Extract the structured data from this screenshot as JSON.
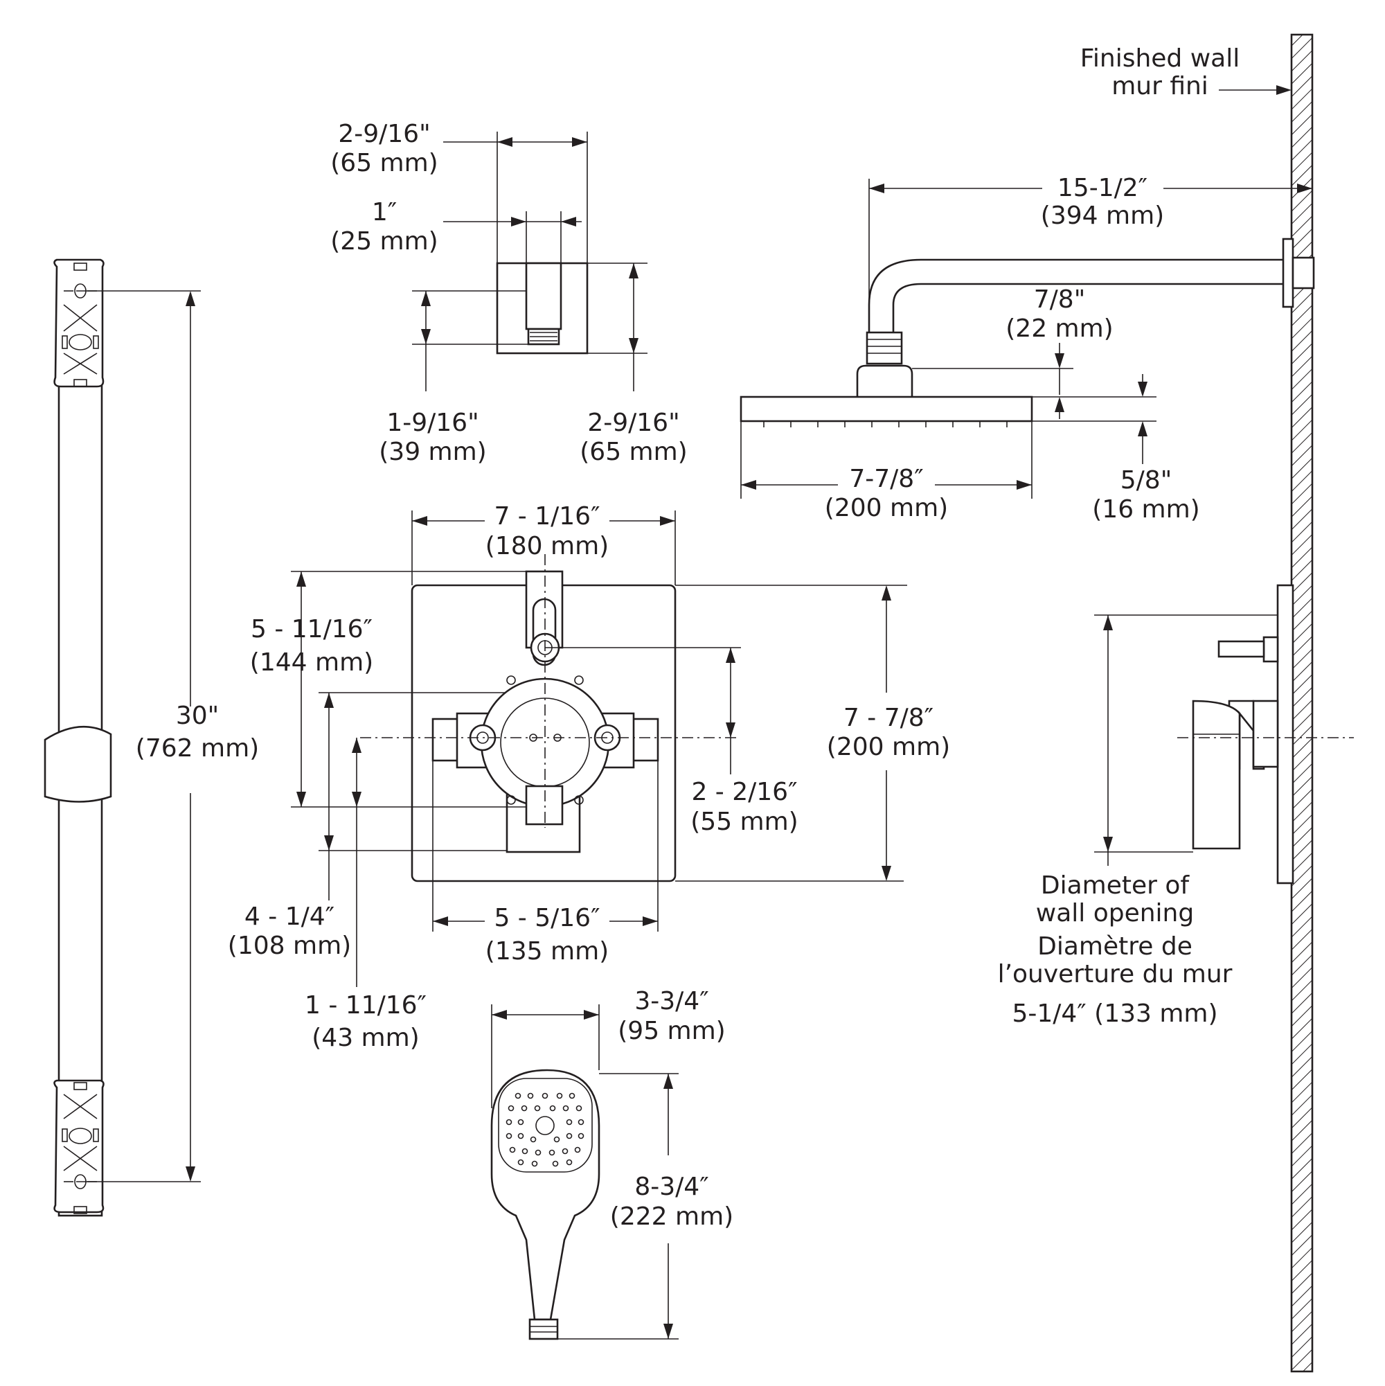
{
  "colors": {
    "ink": "#231f20",
    "background": "#ffffff"
  },
  "wall": {
    "label_en": "Finished wall",
    "label_fr": "mur fini"
  },
  "wall_outlet": {
    "width_outer": {
      "imperial": "2-9/16\"",
      "metric": "(65 mm)"
    },
    "width_nipple": {
      "imperial": "1″",
      "metric": "(25 mm)"
    },
    "nipple_height": {
      "imperial": "1-9/16\"",
      "metric": "(39 mm)"
    },
    "height_outer": {
      "imperial": "2-9/16\"",
      "metric": "(65 mm)"
    }
  },
  "shower_arm": {
    "projection": {
      "imperial": "15-1/2″",
      "metric": "(394 mm)"
    },
    "connector_height": {
      "imperial": "7/8\"",
      "metric": "(22 mm)"
    },
    "head_width": {
      "imperial": "7-7/8″",
      "metric": "(200 mm)"
    },
    "head_thickness": {
      "imperial": "5/8\"",
      "metric": "(16 mm)"
    }
  },
  "slide_bar": {
    "length": {
      "imperial": "30\"",
      "metric": "(762 mm)"
    }
  },
  "valve": {
    "trim_width": {
      "imperial": "7 - 1/16″",
      "metric": "(180 mm)"
    },
    "trim_height": {
      "imperial": "7 - 7/8″",
      "metric": "(200 mm)"
    },
    "top_outlet_to_bottom": {
      "imperial": "5 - 11/16″",
      "metric": "(144 mm)"
    },
    "body_height": {
      "imperial": "4 - 1/4″",
      "metric": "(108 mm)"
    },
    "inlet_to_bottom": {
      "imperial": "1 - 11/16″",
      "metric": "(43 mm)"
    },
    "outlet_to_inlet": {
      "imperial": "2 - 2/16″",
      "metric": "(55 mm)"
    },
    "body_width": {
      "imperial": "5 - 5/16″",
      "metric": "(135 mm)"
    }
  },
  "hand_shower": {
    "width": {
      "imperial": "3-3/4″",
      "metric": "(95 mm)"
    },
    "length": {
      "imperial": "8-3/4″",
      "metric": "(222 mm)"
    }
  },
  "wall_opening": {
    "line1": "Diameter of",
    "line2": "wall opening",
    "line3": "Diamètre de",
    "line4": "l’ouverture du mur",
    "size": "5-1/4″ (133 mm)"
  }
}
